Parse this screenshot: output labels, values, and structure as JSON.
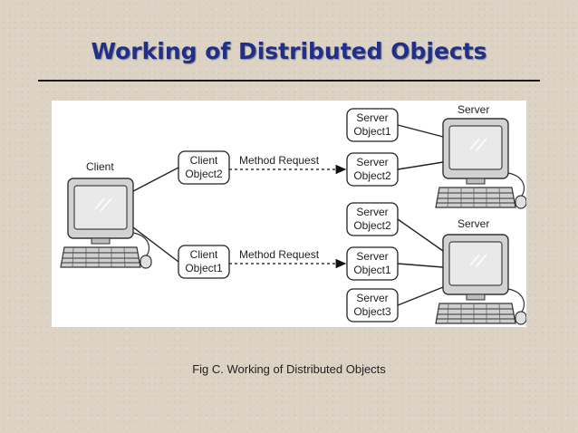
{
  "slide": {
    "title": "Working of Distributed Objects",
    "caption": "Fig C. Working of Distributed Objects"
  },
  "diagram": {
    "client_label": "Client",
    "server_top_label": "Server",
    "server_bottom_label": "Server",
    "client_objects": [
      {
        "line1": "Client",
        "line2": "Object2"
      },
      {
        "line1": "Client",
        "line2": "Object1"
      }
    ],
    "arrow_labels": [
      "Method Request",
      "Method Request"
    ],
    "server_top_objects": [
      {
        "line1": "Server",
        "line2": "Object1"
      },
      {
        "line1": "Server",
        "line2": "Object2"
      }
    ],
    "server_bottom_objects": [
      {
        "line1": "Server",
        "line2": "Object2"
      },
      {
        "line1": "Server",
        "line2": "Object1"
      },
      {
        "line1": "Server",
        "line2": "Object3"
      }
    ]
  }
}
